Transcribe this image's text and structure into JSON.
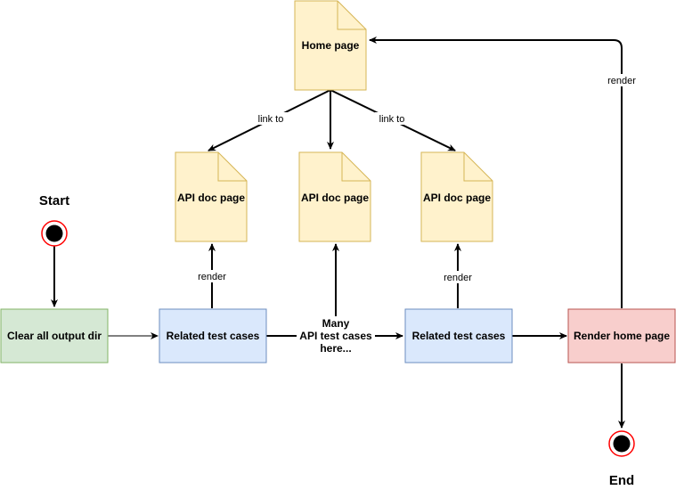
{
  "diagram": {
    "start_label": "Start",
    "end_label": "End",
    "home_page": {
      "label": "Home page"
    },
    "api_doc_pages": [
      {
        "label": "API doc page"
      },
      {
        "label": "API doc page"
      },
      {
        "label": "API doc page"
      }
    ],
    "process_boxes": {
      "clear": {
        "label": "Clear all output dir"
      },
      "related_left": {
        "label": "Related test cases"
      },
      "related_right": {
        "label": "Related test cases"
      },
      "render_home": {
        "label": "Render home page"
      }
    },
    "middle_note": {
      "lines": [
        "Many",
        "API test cases",
        "here..."
      ]
    },
    "edge_labels": {
      "link_left": "link to",
      "link_right": "link to",
      "render_left": "render",
      "render_right": "render",
      "render_home": "render"
    },
    "colors": {
      "doc_fill": "#fff2cc",
      "doc_stroke": "#d6b656",
      "green_fill": "#d5e8d4",
      "green_stroke": "#82b366",
      "blue_fill": "#dae8fc",
      "blue_stroke": "#6c8ebf",
      "red_fill": "#f8cecc",
      "red_stroke": "#b85450",
      "terminal_ring": "#ff0000"
    }
  }
}
